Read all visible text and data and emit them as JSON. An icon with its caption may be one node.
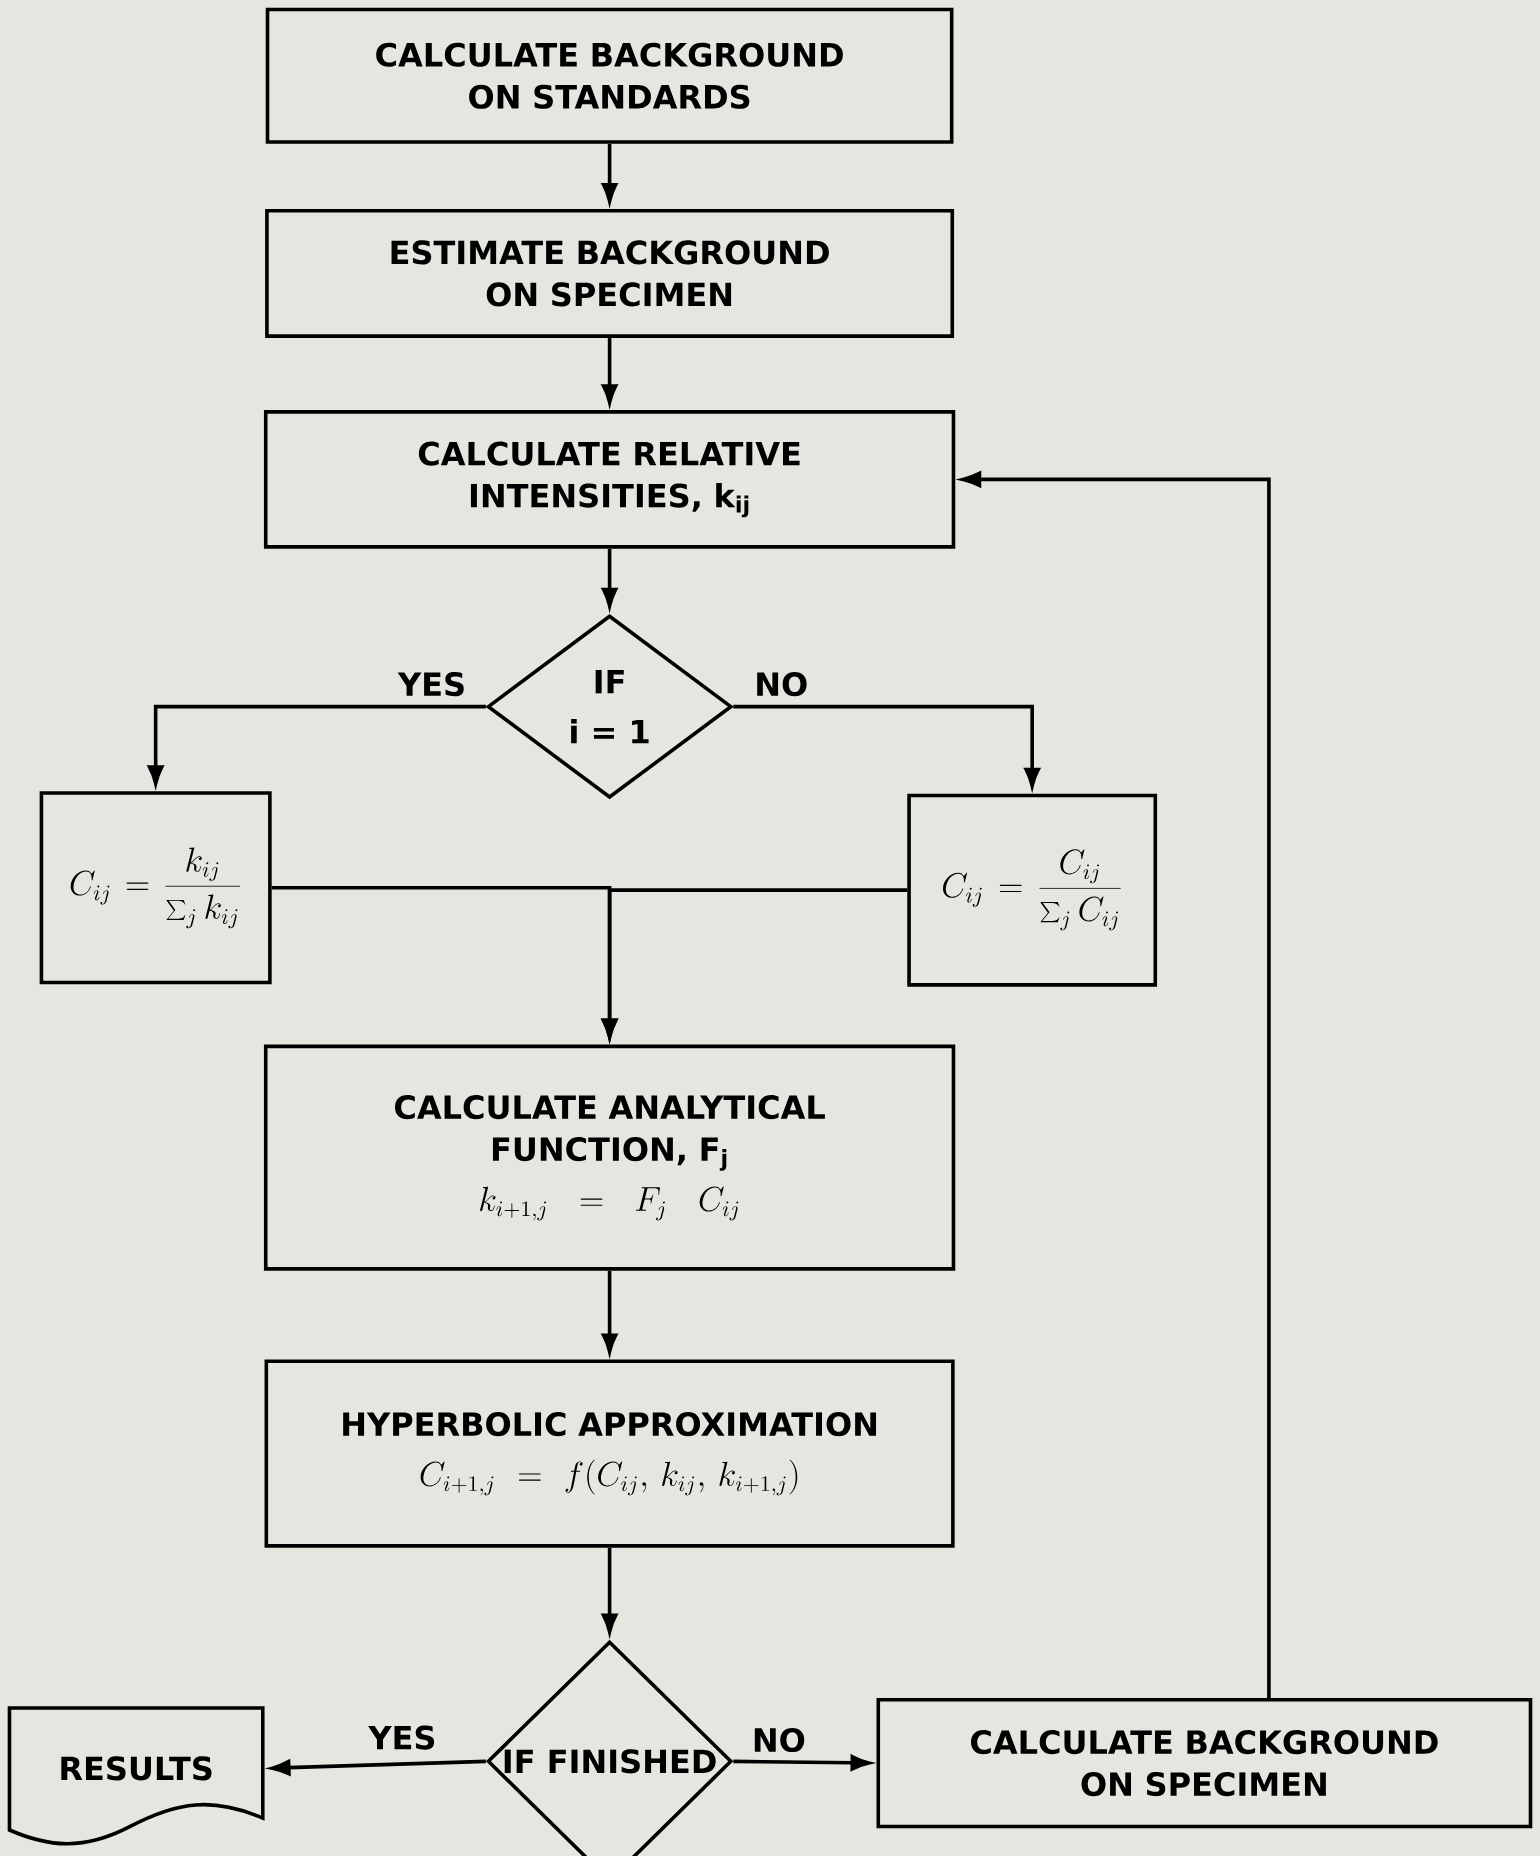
{
  "diagram": {
    "nodes": [
      {
        "text": [
          "CALCULATE BACKGROUND ON STANDARDS"
        ]
      },
      {
        "text": [
          "ESTIMATE BACKGROUND ON SPECIMEN"
        ]
      },
      {
        "text": [
          "CALCULATE RELATIVE INTENSITIES, k$_{ij}$"
        ]
      },
      {
        "text": [
          "IF",
          "i = 1"
        ]
      },
      {
        "text": [
          "C_{ij} = \\frac{k_{ij}}{\\sum_j k_{ij}}"
        ]
      },
      {
        "text": [
          "C_{ij} = \\frac{C_{ij}}{\\sum_j C_{ij}}"
        ]
      },
      {
        "text": [
          "CALCULATE ANALYTICAL FUNCTION, F$_{j}$",
          "k_{i+1,j} = F_j\\;C_{ij}"
        ]
      },
      {
        "text": [
          "HYPERBOLIC APPROXIMATION",
          "C_{i+1,j} = f(C_{ij},\\, k_{ij},\\, k_{i+1,j})"
        ]
      },
      {
        "text": [
          "IF FINISHED"
        ]
      },
      {
        "text": [
          "RESULTS"
        ]
      },
      {
        "text": [
          "CALCULATE BACKGROUND ON SPECIMEN"
        ]
      }
    ],
    "edges": [
      {
        "from": 0,
        "to": 1,
        "arrow": "to"
      },
      {
        "from": 1,
        "to": 2,
        "arrow": "to"
      },
      {
        "from": 2,
        "to": 3,
        "arrow": "to"
      },
      {
        "from": 3,
        "to": 4,
        "arrow": "to",
        "label": "YES"
      },
      {
        "from": 3,
        "to": 5,
        "arrow": "to",
        "label": "NO"
      },
      {
        "from": 4,
        "to": 6,
        "arrow": "to"
      },
      {
        "from": 5,
        "to": 6,
        "arrow": "to"
      },
      {
        "from": 6,
        "to": 7,
        "arrow": "to"
      },
      {
        "from": 7,
        "to": 8,
        "arrow": "to"
      },
      {
        "from": 8,
        "to": 9,
        "arrow": "to",
        "label": "YES"
      },
      {
        "from": 8,
        "to": 10,
        "arrow": "to",
        "label": "NO"
      },
      {
        "from": 10,
        "to": 2,
        "arrow": "to"
      }
    ]
  }
}
